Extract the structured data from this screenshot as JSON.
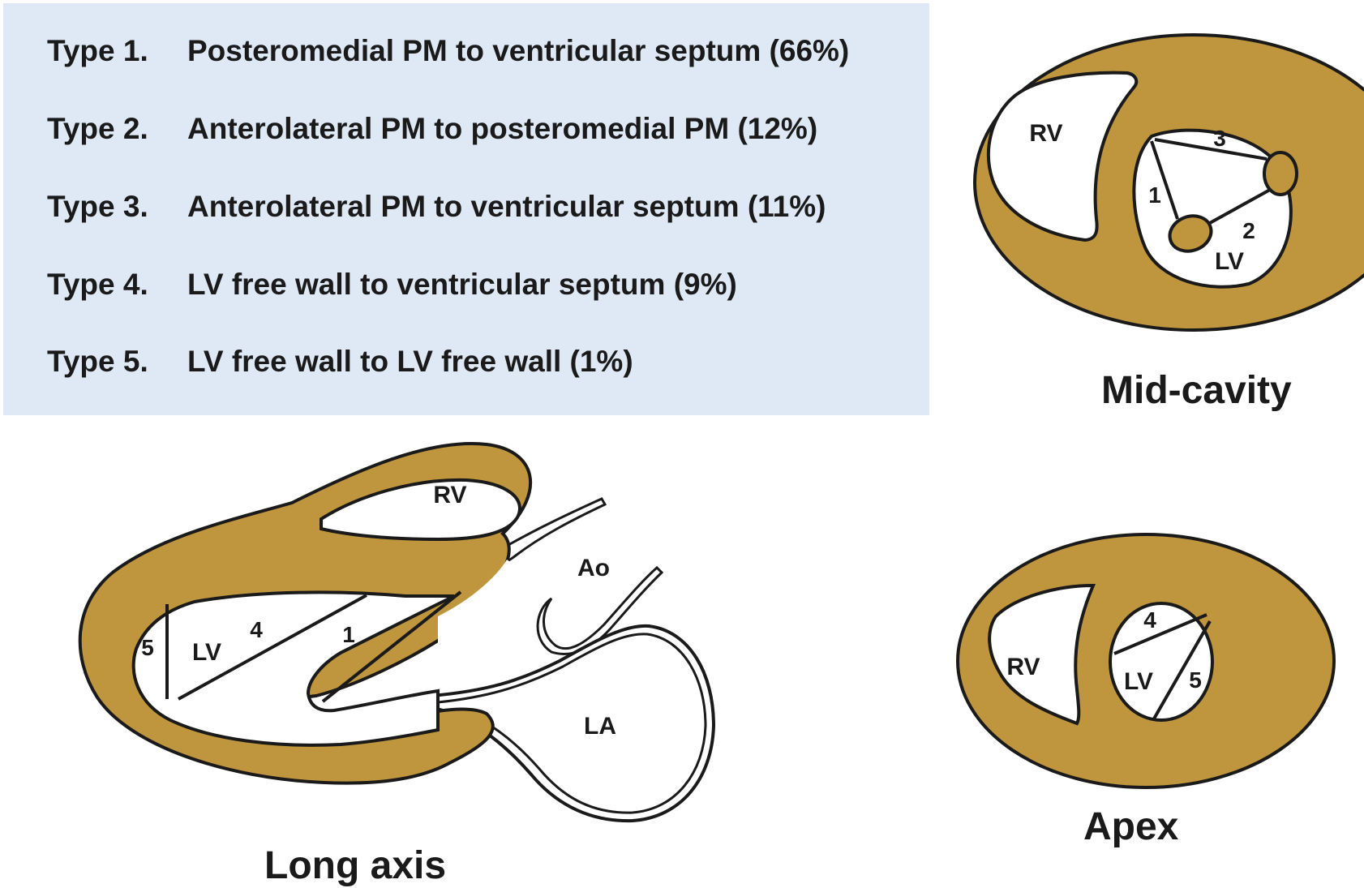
{
  "legend": {
    "rows": [
      {
        "type": "Type 1.",
        "text": "Posteromedial PM to ventricular septum (66%)"
      },
      {
        "type": "Type 2.",
        "text": "Anterolateral  PM to posteromedial PM (12%)"
      },
      {
        "type": "Type 3.",
        "text": "Anterolateral PM to ventricular septum (11%)"
      },
      {
        "type": "Type 4.",
        "text": "LV free wall to ventricular septum (9%)"
      },
      {
        "type": "Type 5.",
        "text": "LV free wall to LV free wall (1%)"
      }
    ]
  },
  "views": {
    "mid_cavity": {
      "title": "Mid-cavity",
      "labels": {
        "rv": "RV",
        "lv": "LV",
        "n1": "1",
        "n2": "2",
        "n3": "3"
      }
    },
    "long_axis": {
      "title": "Long axis",
      "labels": {
        "rv": "RV",
        "lv": "LV",
        "ao": "Ao",
        "la": "LA",
        "n1": "1",
        "n4": "4",
        "n5": "5"
      }
    },
    "apex": {
      "title": "Apex",
      "labels": {
        "rv": "RV",
        "lv": "LV",
        "n4": "4",
        "n5": "5"
      }
    }
  },
  "colors": {
    "myocardium": "#bf963d",
    "outline": "#1a1a1a",
    "legend_background": "#dfe8f5"
  }
}
